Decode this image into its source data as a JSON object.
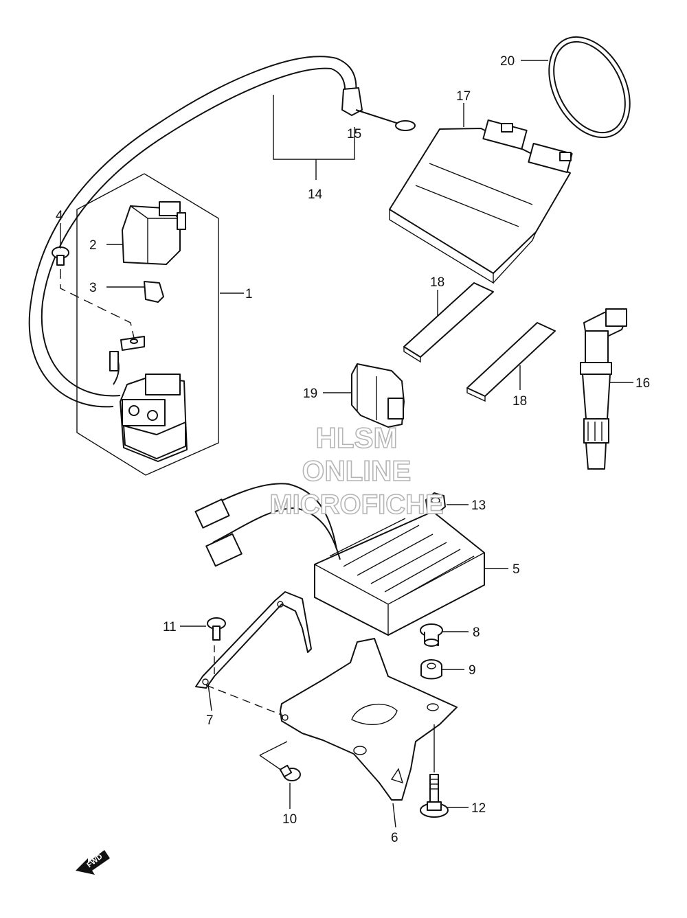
{
  "callouts": {
    "c1": "1",
    "c2": "2",
    "c3": "3",
    "c4": "4",
    "c5": "5",
    "c6": "6",
    "c7": "7",
    "c8": "8",
    "c9": "9",
    "c10": "10",
    "c11": "11",
    "c12": "12",
    "c13": "13",
    "c14": "14",
    "c15": "15",
    "c16": "16",
    "c17": "17",
    "c18a": "18",
    "c18b": "18",
    "c19": "19",
    "c20": "20"
  },
  "watermark": {
    "line1": "HLSM",
    "line2": "ONLINE",
    "line3": "MICROFICHE"
  },
  "fwd_label": "FWD"
}
